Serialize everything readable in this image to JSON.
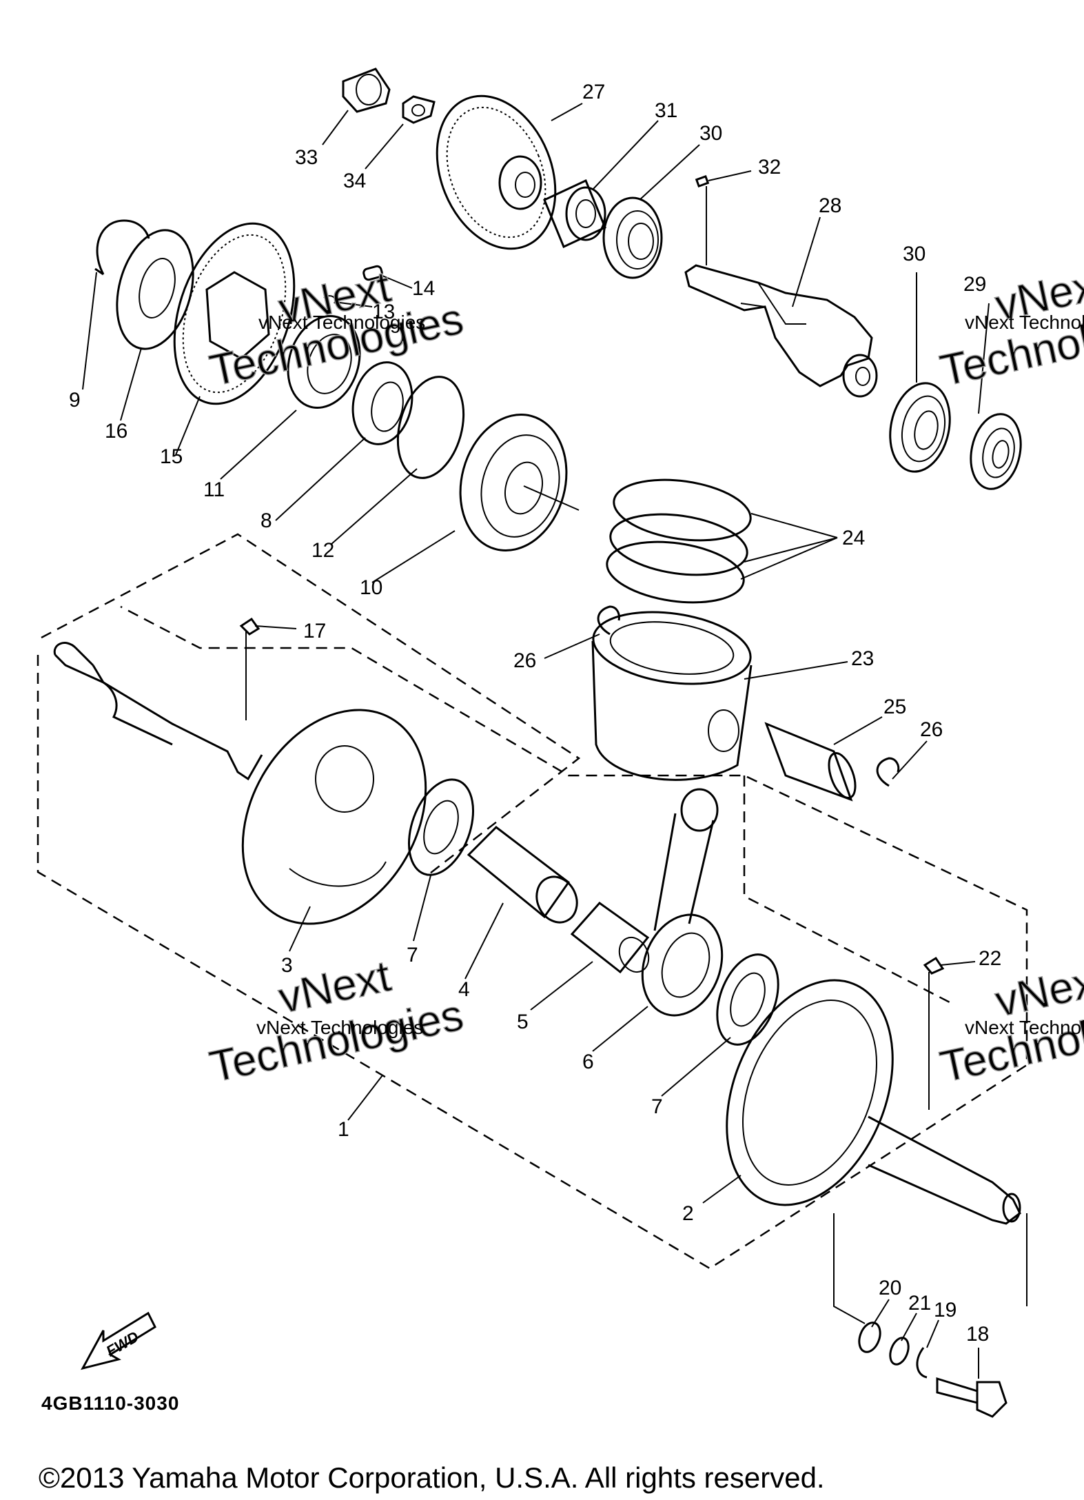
{
  "figure": {
    "code": "4GB1110-3030",
    "fwd_label": "FWD",
    "copyright": "©2013 Yamaha Motor Corporation, U.S.A. All rights reserved."
  },
  "watermarks": {
    "line1": "vNext Technologies",
    "word_a": "vNext",
    "word_b": "Technologies"
  },
  "callouts": [
    {
      "id": "c33",
      "text": "33"
    },
    {
      "id": "c34",
      "text": "34"
    },
    {
      "id": "c27",
      "text": "27"
    },
    {
      "id": "c31",
      "text": "31"
    },
    {
      "id": "c30a",
      "text": "30"
    },
    {
      "id": "c32",
      "text": "32"
    },
    {
      "id": "c28",
      "text": "28"
    },
    {
      "id": "c30b",
      "text": "30"
    },
    {
      "id": "c29",
      "text": "29"
    },
    {
      "id": "c14",
      "text": "14"
    },
    {
      "id": "c13",
      "text": "13"
    },
    {
      "id": "c9",
      "text": "9"
    },
    {
      "id": "c16",
      "text": "16"
    },
    {
      "id": "c15",
      "text": "15"
    },
    {
      "id": "c11",
      "text": "11"
    },
    {
      "id": "c8",
      "text": "8"
    },
    {
      "id": "c12",
      "text": "12"
    },
    {
      "id": "c10",
      "text": "10"
    },
    {
      "id": "c24",
      "text": "24"
    },
    {
      "id": "c17",
      "text": "17"
    },
    {
      "id": "c26a",
      "text": "26"
    },
    {
      "id": "c23",
      "text": "23"
    },
    {
      "id": "c25",
      "text": "25"
    },
    {
      "id": "c26b",
      "text": "26"
    },
    {
      "id": "c3",
      "text": "3"
    },
    {
      "id": "c7a",
      "text": "7"
    },
    {
      "id": "c4",
      "text": "4"
    },
    {
      "id": "c5",
      "text": "5"
    },
    {
      "id": "c6",
      "text": "6"
    },
    {
      "id": "c7b",
      "text": "7"
    },
    {
      "id": "c22",
      "text": "22"
    },
    {
      "id": "c1",
      "text": "1"
    },
    {
      "id": "c2",
      "text": "2"
    },
    {
      "id": "c20",
      "text": "20"
    },
    {
      "id": "c21",
      "text": "21"
    },
    {
      "id": "c19",
      "text": "19"
    },
    {
      "id": "c18",
      "text": "18"
    }
  ]
}
